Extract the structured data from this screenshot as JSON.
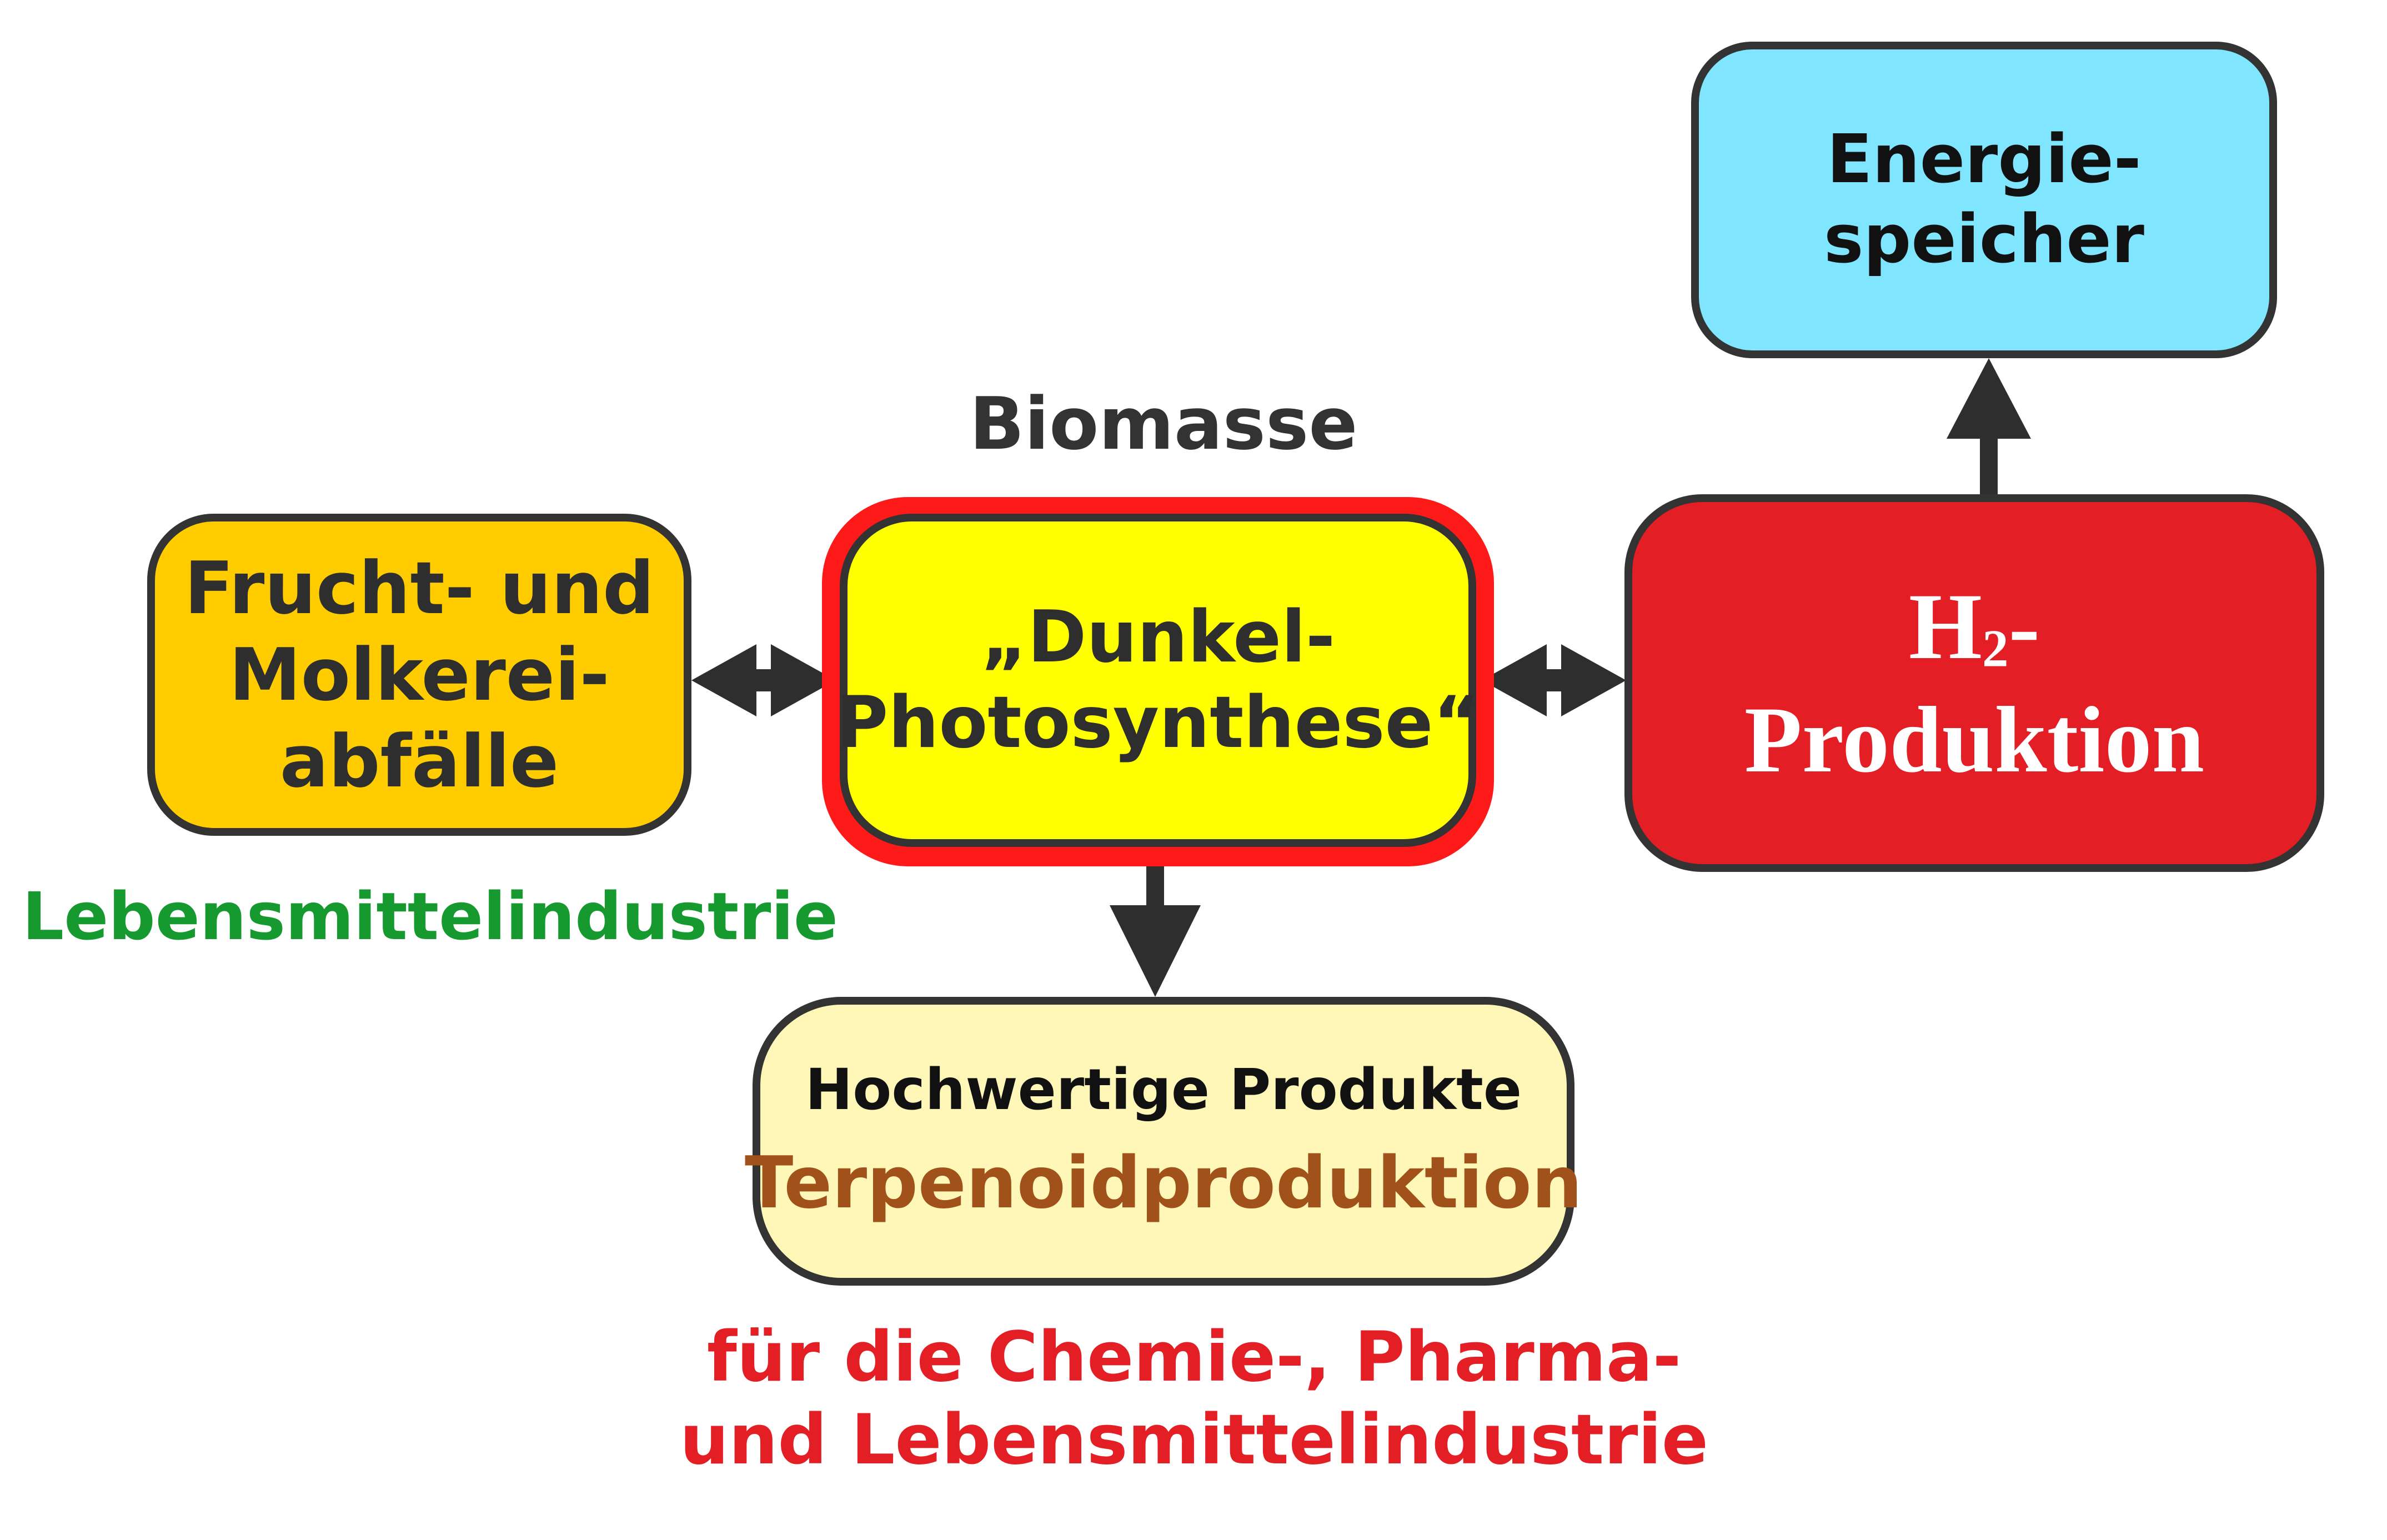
{
  "biomasse": "Biomasse",
  "frucht": {
    "line1": "Frucht- und",
    "line2": "Molkerei-",
    "line3": "abfälle"
  },
  "lebensmittel": "Lebensmittelindustrie",
  "dunkel": {
    "line1": "„Dunkel-",
    "line2": "Photosynthese“"
  },
  "h2": {
    "h": "H",
    "sub": "2",
    "dash": "-",
    "line2": "Produktion"
  },
  "energie": {
    "line1": "Energie-",
    "line2": "speicher"
  },
  "hochwertig": {
    "line1": "Hochwertige Produkte",
    "line2": "Terpenoidproduktion"
  },
  "industrie": {
    "line1": "für die Chemie-, Pharma-",
    "line2": "und Lebensmittelindustrie"
  },
  "colors": {
    "frucht_fill": "#ffcc00",
    "dunkel_fill": "#ffff00",
    "dunkel_ring": "#ff1a1a",
    "h2_fill": "#e31e24",
    "energie_fill": "#80e5ff",
    "hochwertig_fill": "#fff7b8",
    "outline": "#333333",
    "lebensmittel_text": "#16992e",
    "industrie_text": "#e31e24",
    "terpenoid_text": "#a0521a"
  }
}
